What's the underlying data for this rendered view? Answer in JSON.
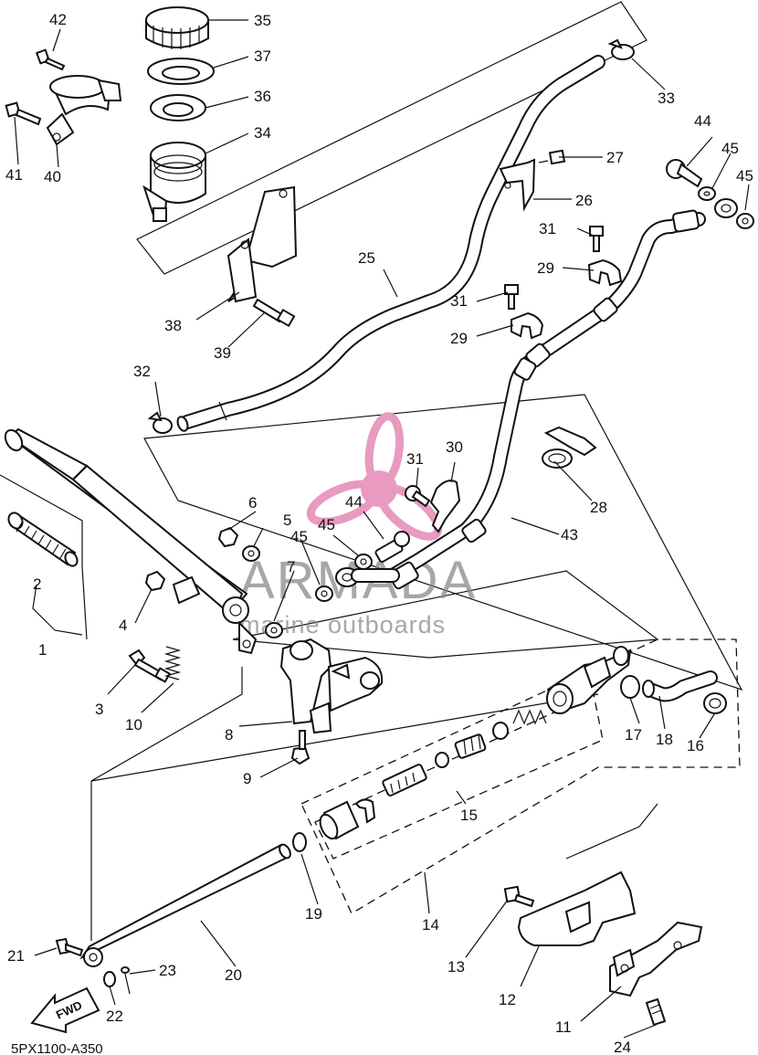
{
  "diagram": {
    "code": "5PX1100-A350",
    "fwd_label": "FWD",
    "watermark": {
      "brand": "ARMADA",
      "tagline": "marine outboards",
      "accent_color": "#e89ac0",
      "text_color": "#8a8a8a"
    },
    "callouts": {
      "p1": "1",
      "p2": "2",
      "p3": "3",
      "p4": "4",
      "p5": "5",
      "p6": "6",
      "p7": "7",
      "p8": "8",
      "p9": "9",
      "p10": "10",
      "p11": "11",
      "p12": "12",
      "p13": "13",
      "p14": "14",
      "p15": "15",
      "p16": "16",
      "p17": "17",
      "p18": "18",
      "p19": "19",
      "p20": "20",
      "p21": "21",
      "p22": "22",
      "p23": "23",
      "p24": "24",
      "p25": "25",
      "p26": "26",
      "p27": "27",
      "p28": "28",
      "p29a": "29",
      "p29b": "29",
      "p30": "30",
      "p31a": "31",
      "p31b": "31",
      "p31c": "31",
      "p32": "32",
      "p33": "33",
      "p34": "34",
      "p35": "35",
      "p36": "36",
      "p37": "37",
      "p38": "38",
      "p39": "39",
      "p40": "40",
      "p41": "41",
      "p42": "42",
      "p43": "43",
      "p44a": "44",
      "p44b": "44",
      "p45a": "45",
      "p45b": "45",
      "p45c": "45"
    }
  }
}
